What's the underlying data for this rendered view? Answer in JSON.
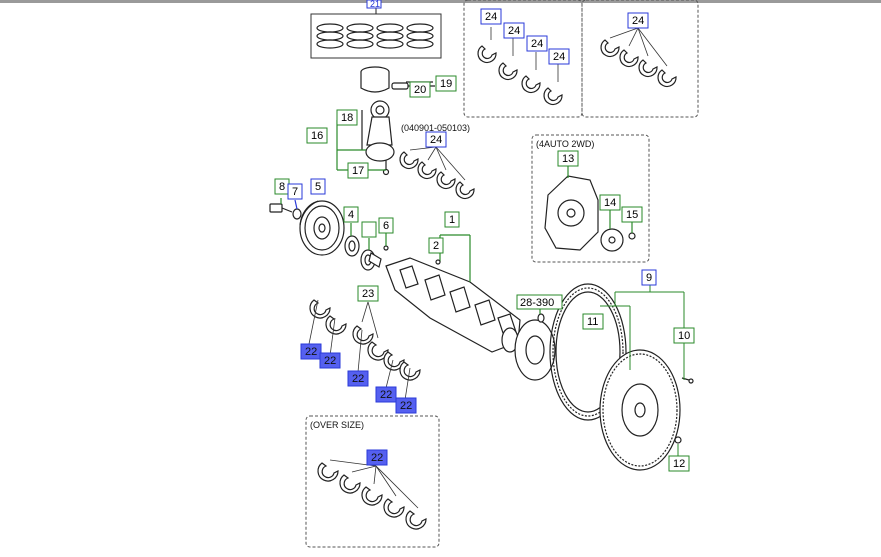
{
  "colors": {
    "box_outline": "#2a8a2a",
    "blue_outline": "#2a3ad8",
    "blue_fill": "#5560f0",
    "line": "#222222"
  },
  "groups": {
    "version_note": "(040901-050103)",
    "auto_note": "(4AUTO 2WD)",
    "oversize_note": "(OVER SIZE)"
  },
  "callouts": {
    "c1": "1",
    "c2": "2",
    "c4": "4",
    "c5": "5",
    "c6": "6",
    "c7": "7",
    "c8": "8",
    "c9": "9",
    "c10": "10",
    "c11": "11",
    "c12": "12",
    "c13": "13",
    "c14": "14",
    "c15": "15",
    "c16": "16",
    "c17": "17",
    "c18": "18",
    "c19": "19",
    "c20": "20",
    "c21": "21",
    "c22": "22",
    "c23": "23",
    "c24": "24",
    "ref": "28-390"
  }
}
